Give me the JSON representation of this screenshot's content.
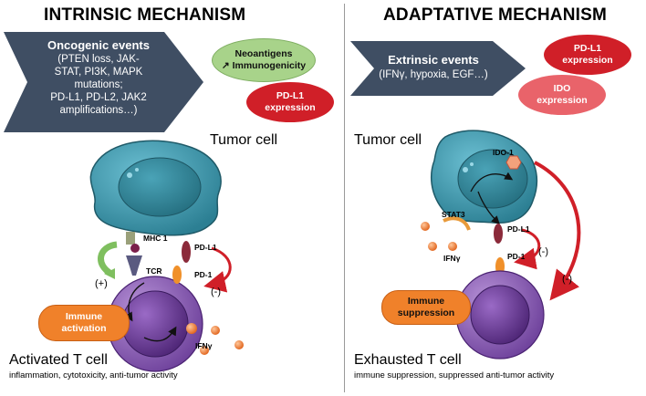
{
  "left": {
    "heading": "INTRINSIC MECHANISM",
    "arrow": {
      "title": "Oncogenic events",
      "lines": [
        "(PTEN loss, JAK-",
        "STAT, PI3K, MAPK",
        "mutations;",
        "PD-L1, PD-L2, JAK2",
        "amplifications…)"
      ]
    },
    "neoantigens": {
      "line1": "Neoantigens",
      "line2": "↗ Immunogenicity"
    },
    "pdl1_expression": {
      "line1": "PD-L1",
      "line2": "expression"
    },
    "tumor_cell_label": "Tumor cell",
    "mhc_label": "MHC 1",
    "tcr_label": "TCR",
    "pdl1_label": "PD-L1",
    "pd1_label": "PD-1",
    "plus_label": "(+)",
    "minus_label": "(-)",
    "immune_activation": {
      "line1": "Immune",
      "line2": "activation"
    },
    "ifng_label": "IFNγ",
    "caption": "Activated T cell",
    "subcaption": "inflammation, cytotoxicity, anti-tumor activity"
  },
  "right": {
    "heading": "ADAPTATIVE MECHANISM",
    "arrow": {
      "title": "Extrinsic events",
      "line": "(IFNγ, hypoxia, EGF…)"
    },
    "pdl1_expression": {
      "line1": "PD-L1",
      "line2": "expression"
    },
    "ido_expression": {
      "line1": "IDO",
      "line2": "expression"
    },
    "tumor_cell_label": "Tumor cell",
    "ido1_label": "IDO-1",
    "stat3_label": "STAT3",
    "pdl1_label": "PD-L1",
    "pd1_label": "PD-1",
    "ifng_label": "IFNγ",
    "minus_label_1": "(-)",
    "minus_label_2": "(-)",
    "immune_suppression": {
      "line1": "Immune",
      "line2": "suppression"
    },
    "caption": "Exhausted T cell",
    "subcaption": "immune suppression, suppressed anti-tumor activity"
  },
  "colors": {
    "arrow_fill": "#3f4e63",
    "tumor_fill": "#3f98ad",
    "tumor_nucleus": "#2f7f92",
    "tcell_fill": "#7a4fa8",
    "tcell_nucleus": "#5a2f8a",
    "red_pill": "#d01f28",
    "green_pill": "#a8d38a",
    "orange": "#f0812a",
    "ido_pill": "#e9636a"
  }
}
